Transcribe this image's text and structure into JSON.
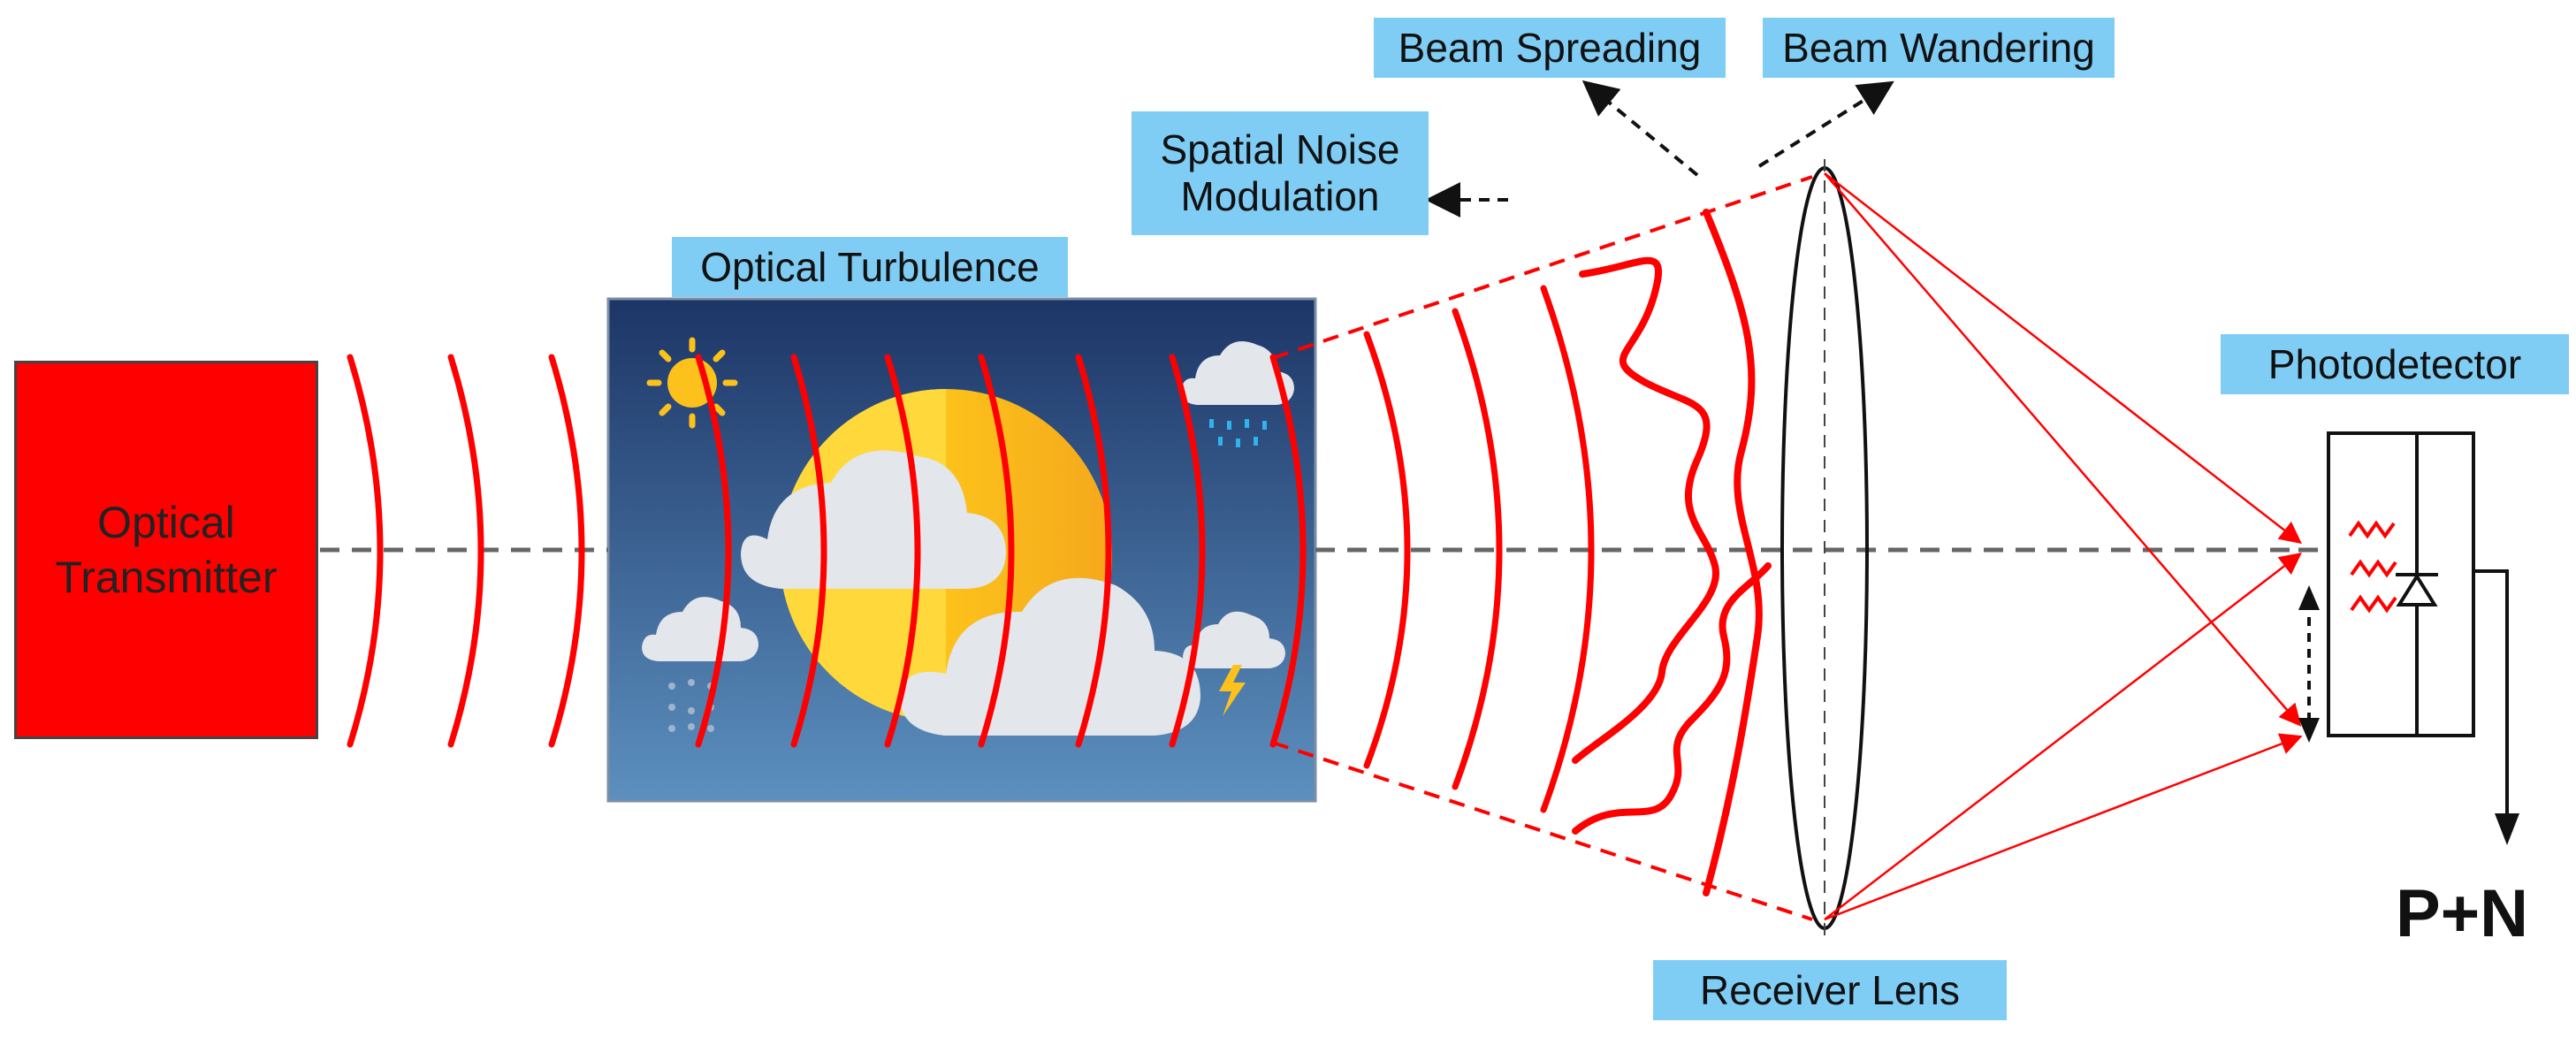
{
  "labels": {
    "transmitter_line1": "Optical",
    "transmitter_line2": "Transmitter",
    "optical_turbulence": "Optical Turbulence",
    "beam_spreading": "Beam Spreading",
    "beam_wandering": "Beam Wandering",
    "spatial_noise_line1": "Spatial Noise",
    "spatial_noise_line2": "Modulation",
    "photodetector": "Photodetector",
    "receiver_lens": "Receiver Lens",
    "output": "P+N"
  },
  "colors": {
    "beam": "#ff0000",
    "label_fill": "#7fcdf5",
    "transmitter_fill": "#ff0000",
    "sky_top": "#1c3566",
    "sky_bottom": "#5c90bf",
    "sun": "#fcc21b",
    "cloud": "#e3e6eb",
    "axis_dash": "#666666"
  },
  "icons": [
    "sun-icon",
    "rain-cloud-icon",
    "sun-behind-cloud-icon",
    "rain-cloud-icon",
    "lightning-cloud-icon",
    "photodiode-icon"
  ]
}
